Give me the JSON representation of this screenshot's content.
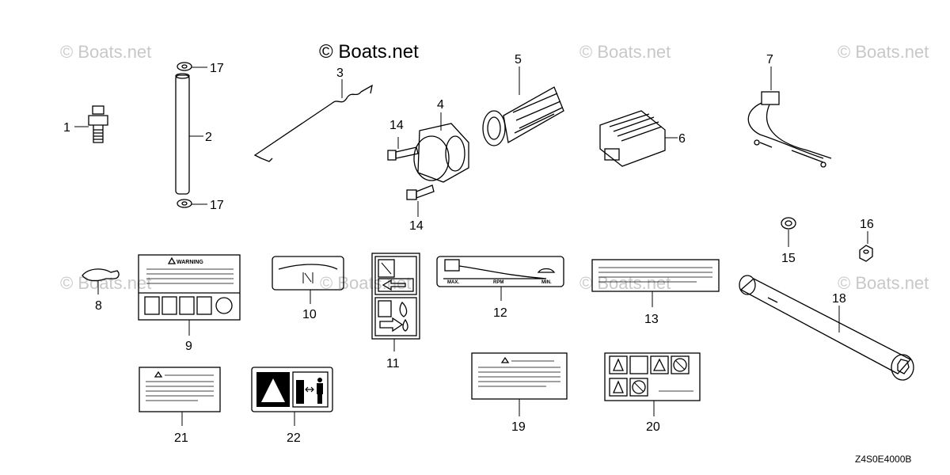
{
  "watermark_text": "© Boats.net",
  "brand_text": "© Boats.net",
  "diagram_code": "Z4S0E4000B",
  "callouts": [
    "1",
    "2",
    "3",
    "4",
    "5",
    "6",
    "7",
    "8",
    "9",
    "10",
    "11",
    "12",
    "13",
    "14",
    "15",
    "16",
    "17",
    "18",
    "19",
    "20",
    "21",
    "22"
  ],
  "labels": {
    "warning": "WARNING",
    "max": "MAX.",
    "rpm": "RPM",
    "min": "MIN."
  }
}
